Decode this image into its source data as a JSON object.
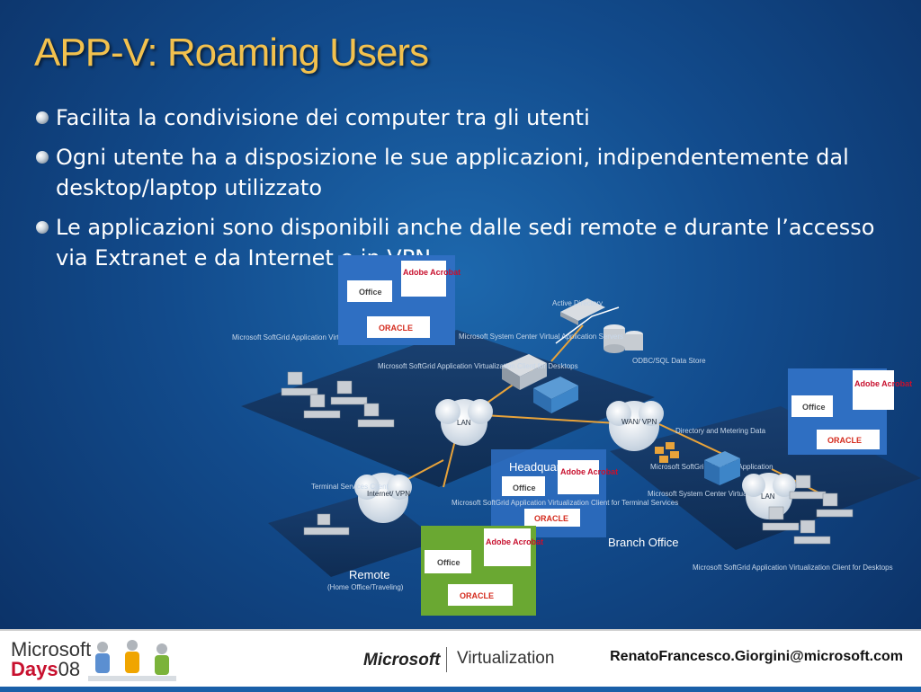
{
  "slide": {
    "title": "APP-V: Roaming Users",
    "bullets": [
      "Facilita la condivisione dei computer tra gli utenti",
      "Ogni utente ha a disposizione le sue applicazioni, indipendentemente dal desktop/laptop utilizzato",
      "Le applicazioni sono disponibili anche dalle sedi remote e durante l’accesso via Extranet e da Internet o in VPN"
    ]
  },
  "diagram": {
    "active_directory": "Active Directory",
    "odbc": "ODBC/SQL Data Store",
    "sccm_hq": "Microsoft System Center Virtual Application Servers",
    "softgrid_client_hq": "Microsoft SoftGrid Application Virtualization Client for Desktops",
    "softgrid_client_left": "Microsoft SoftGrid Application Virtualization Client for Desktops",
    "lan_hq": "LAN",
    "wan_vpn": "WAN/ VPN",
    "directory_metering": "Directory and Metering Data",
    "streaming_app": "Microsoft SoftGrid Enabled Application",
    "sccm_branch": "Microsoft System Center Virtual Application Server",
    "lan_branch": "LAN",
    "softgrid_client_branch": "Microsoft SoftGrid Application Virtualization Client for Desktops",
    "internet_vpn": "Internet/ VPN",
    "terminal_services": "Terminal Services Client",
    "headquarters": "Headquarters",
    "terminal_client": "Microsoft SoftGrid Application Virtualization Client for Terminal Services",
    "branch_office": "Branch Office",
    "remote": "Remote",
    "remote_sub": "(Home Office/Traveling)",
    "product_office": "Office",
    "product_acrobat": "Adobe Acrobat",
    "product_oracle": "ORACLE",
    "colors": {
      "panel_blue": "#2f6fc2",
      "panel_green": "#6aa832",
      "oracle_red": "#d42a1c"
    }
  },
  "footer": {
    "logo_line1": "Microsoft",
    "logo_days": "Days",
    "logo_year": "08",
    "brand": "Microsoft",
    "product": "Virtualization",
    "email": "RenatoFrancesco.Giorgini@microsoft.com"
  }
}
